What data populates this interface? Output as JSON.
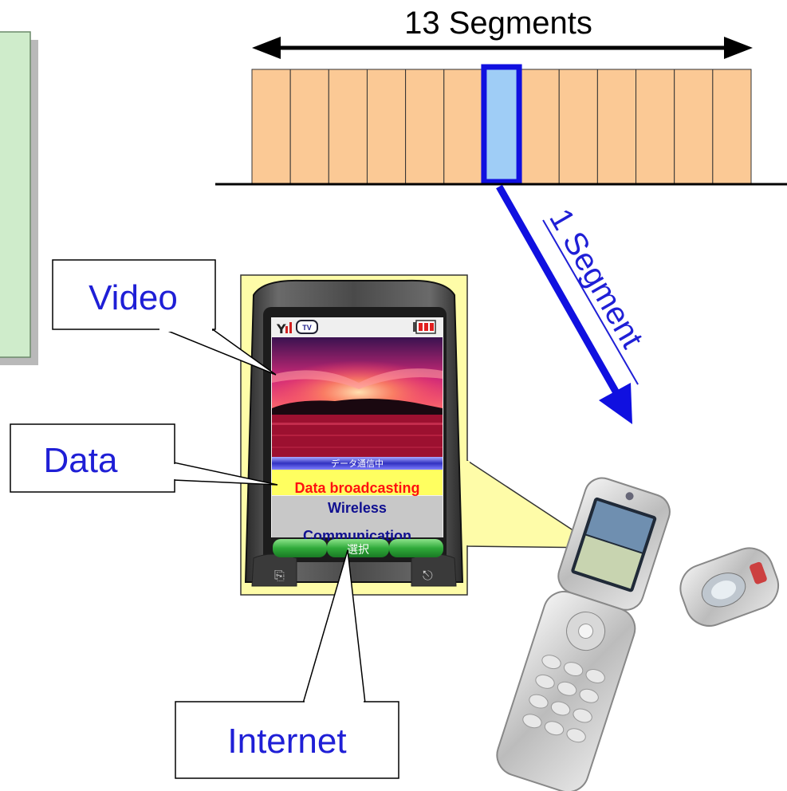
{
  "colors": {
    "segment_fill": "#fbc995",
    "selected_segment_fill": "#9fcdf6",
    "arrow_blue": "#1010e0",
    "callout_text": "#1f1fd6",
    "zoom_bubble": "#fefca8",
    "note_green": "#cfeccb"
  },
  "segments": {
    "count": 13,
    "selected_index": 6,
    "title": "13 Segments"
  },
  "one_segment_label": "1 Segment",
  "callouts": {
    "video": "Video",
    "data": "Data",
    "internet": "Internet"
  },
  "phone_screen": {
    "status_icons": [
      "antenna-icon",
      "tv-icon",
      "battery-icon"
    ],
    "tv_badge": "TV",
    "data_status_bar": "データ通信中",
    "data_broadcasting": "Data broadcasting",
    "wireless_line1": "Wireless",
    "wireless_line2": "Communication",
    "select_button": "選択"
  }
}
